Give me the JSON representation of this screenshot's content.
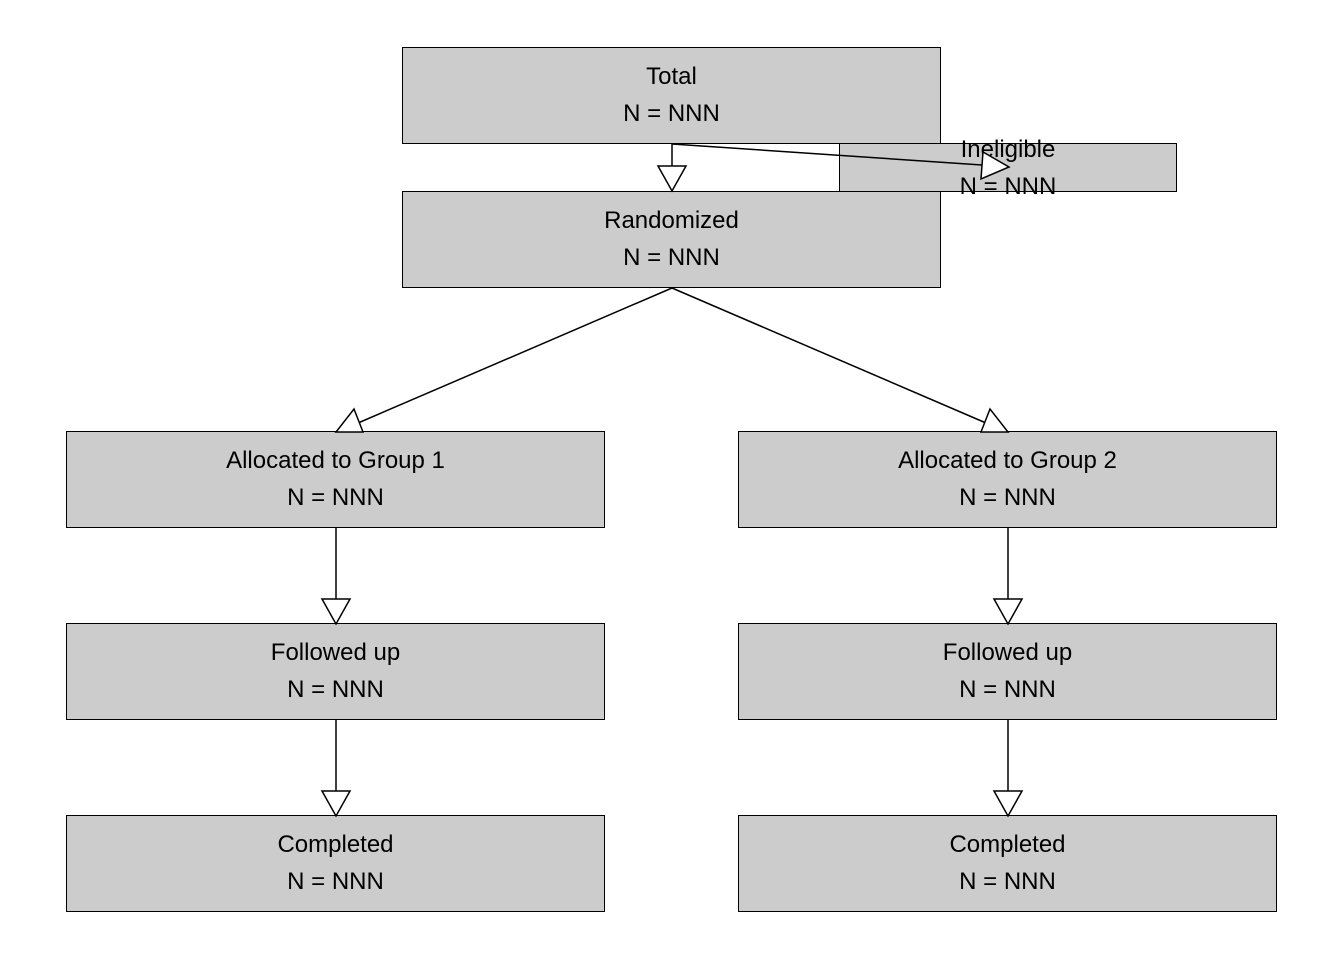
{
  "colors": {
    "box_fill": "#cccccc",
    "stroke": "#000000",
    "background": "#ffffff"
  },
  "nodes": {
    "total": {
      "title": "Total",
      "count": "N = NNN"
    },
    "ineligible": {
      "title": "Ineligible",
      "count": "N = NNN"
    },
    "randomized": {
      "title": "Randomized",
      "count": "N = NNN"
    },
    "group1": {
      "title": "Allocated to Group 1",
      "count": "N = NNN"
    },
    "group2": {
      "title": "Allocated to Group 2",
      "count": "N = NNN"
    },
    "followup1": {
      "title": "Followed up",
      "count": "N = NNN"
    },
    "followup2": {
      "title": "Followed up",
      "count": "N = NNN"
    },
    "completed1": {
      "title": "Completed",
      "count": "N = NNN"
    },
    "completed2": {
      "title": "Completed",
      "count": "N = NNN"
    }
  },
  "edges": [
    {
      "from": "total",
      "to": "randomized"
    },
    {
      "from": "total",
      "to": "ineligible"
    },
    {
      "from": "randomized",
      "to": "group1"
    },
    {
      "from": "randomized",
      "to": "group2"
    },
    {
      "from": "group1",
      "to": "followup1"
    },
    {
      "from": "group2",
      "to": "followup2"
    },
    {
      "from": "followup1",
      "to": "completed1"
    },
    {
      "from": "followup2",
      "to": "completed2"
    }
  ]
}
